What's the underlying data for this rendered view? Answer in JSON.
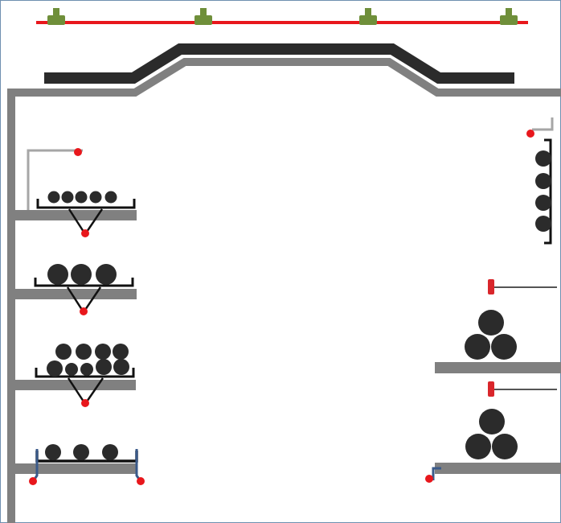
{
  "diagram": {
    "description_visible_text": "",
    "colors": {
      "frame_border": "#6f8fb0",
      "red_rail": "#e8171c",
      "lamp_holder": "#6f8f3a",
      "top_beam": "#2b2b2b",
      "wall": "#808080",
      "shelf": "#808080",
      "bracket": "#111111",
      "cable": "#2b2b2b",
      "ground_point": "#e8171c",
      "sensor": "#d9262b",
      "clamp": "#3a5a8a",
      "grey_hook": "#a6a6a6"
    },
    "components": {
      "lamp_count": 4,
      "left_tray_count": 4,
      "right_rack_count": 1,
      "right_shelf_count": 2
    }
  }
}
